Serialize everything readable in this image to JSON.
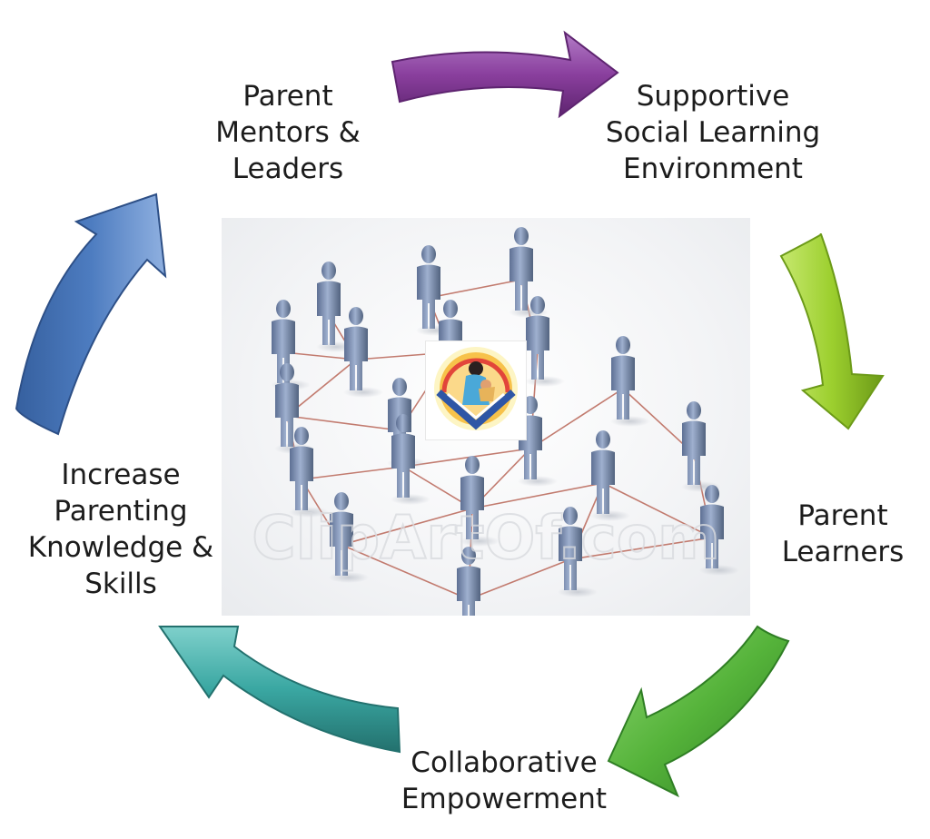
{
  "cycle_stages": [
    {
      "id": "mentors",
      "lines": [
        "Parent",
        "Mentors &",
        "Leaders"
      ]
    },
    {
      "id": "social",
      "lines": [
        "Supportive",
        "Social Learning",
        "Environment"
      ]
    },
    {
      "id": "learners",
      "lines": [
        "Parent",
        "Learners"
      ]
    },
    {
      "id": "collab",
      "lines": [
        "Collaborative",
        "Empowerment"
      ]
    },
    {
      "id": "increase",
      "lines": [
        "Increase",
        "Parenting",
        "Knowledge &",
        "Skills"
      ]
    }
  ],
  "watermark": "ClipArtOf.com",
  "arrow_colors": {
    "purple": "#8a3f9e",
    "lime": "#9ccf2e",
    "green": "#55b33a",
    "teal": "#3aa7a2",
    "blue": "#4d7cc0"
  },
  "figure_color": "#7f93b8",
  "link_color": "#c27b6f"
}
